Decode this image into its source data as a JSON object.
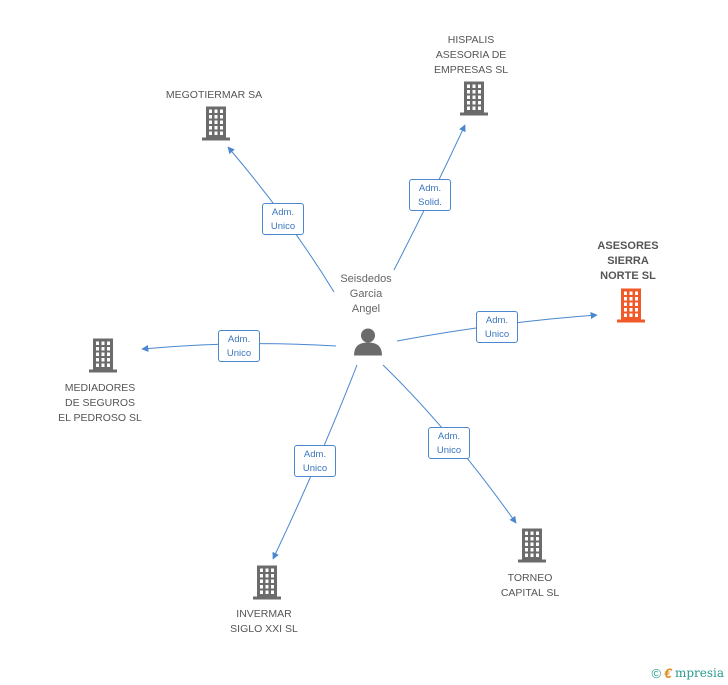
{
  "center": {
    "name": "Seisdedos\nGarcia\nAngel",
    "icon": "person-icon"
  },
  "nodes": [
    {
      "id": "megotiermar",
      "label": "MEGOTIERMAR SA",
      "icon": "building-icon",
      "color": "#6b6b6b",
      "highlight": false,
      "role": "Adm.\nUnico"
    },
    {
      "id": "hispalis",
      "label": "HISPALIS\nASESORIA DE\nEMPRESAS  SL",
      "icon": "building-icon",
      "color": "#6b6b6b",
      "highlight": false,
      "role": "Adm.\nSolid."
    },
    {
      "id": "asesores",
      "label": "ASESORES\nSIERRA\nNORTE SL",
      "icon": "building-icon",
      "color": "#f05a28",
      "highlight": true,
      "role": "Adm.\nUnico"
    },
    {
      "id": "mediadores",
      "label": "MEDIADORES\nDE SEGUROS\nEL PEDROSO  SL",
      "icon": "building-icon",
      "color": "#6b6b6b",
      "highlight": false,
      "role": "Adm.\nUnico"
    },
    {
      "id": "invermar",
      "label": "INVERMAR\nSIGLO XXI  SL",
      "icon": "building-icon",
      "color": "#6b6b6b",
      "highlight": false,
      "role": "Adm.\nUnico"
    },
    {
      "id": "torneo",
      "label": "TORNEO\nCAPITAL  SL",
      "icon": "building-icon",
      "color": "#6b6b6b",
      "highlight": false,
      "role": "Adm.\nUnico"
    }
  ],
  "footer": {
    "copyright": "©",
    "brand_initial": "€",
    "brand": "mpresia"
  },
  "edge_color": "#4a87cf"
}
